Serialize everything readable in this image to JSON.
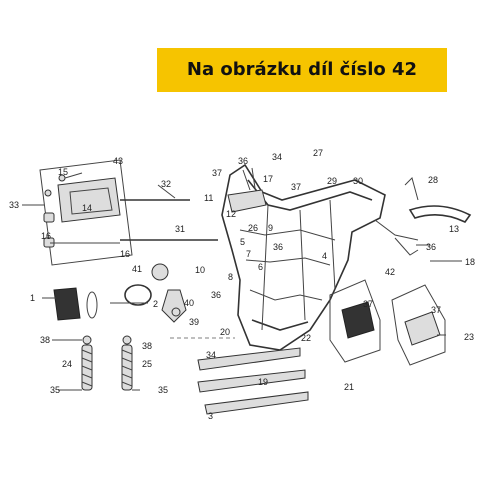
{
  "banner": {
    "text": "Na obrázku díl číslo 42",
    "color": "#f6c400"
  },
  "callouts": [
    "1",
    "2",
    "3",
    "4",
    "5",
    "6",
    "7",
    "8",
    "9",
    "10",
    "11",
    "12",
    "13",
    "14",
    "15",
    "16",
    "17",
    "18",
    "19",
    "20",
    "21",
    "22",
    "23",
    "24",
    "25",
    "26",
    "27",
    "28",
    "29",
    "30",
    "31",
    "32",
    "33",
    "34",
    "35",
    "36",
    "37",
    "38",
    "39",
    "40",
    "41",
    "42",
    "43"
  ],
  "diagram_labels": [
    "43",
    "15",
    "33",
    "14",
    "16",
    "32",
    "31",
    "16",
    "41",
    "1",
    "2",
    "38",
    "38",
    "24",
    "25",
    "35",
    "35",
    "37",
    "11",
    "36",
    "12",
    "34",
    "17",
    "27",
    "37",
    "29",
    "30",
    "28",
    "13",
    "26",
    "9",
    "5",
    "7",
    "6",
    "36",
    "10",
    "8",
    "36",
    "40",
    "39",
    "20",
    "34",
    "19",
    "3",
    "4",
    "36",
    "42",
    "18",
    "37",
    "22",
    "21",
    "37",
    "23"
  ]
}
